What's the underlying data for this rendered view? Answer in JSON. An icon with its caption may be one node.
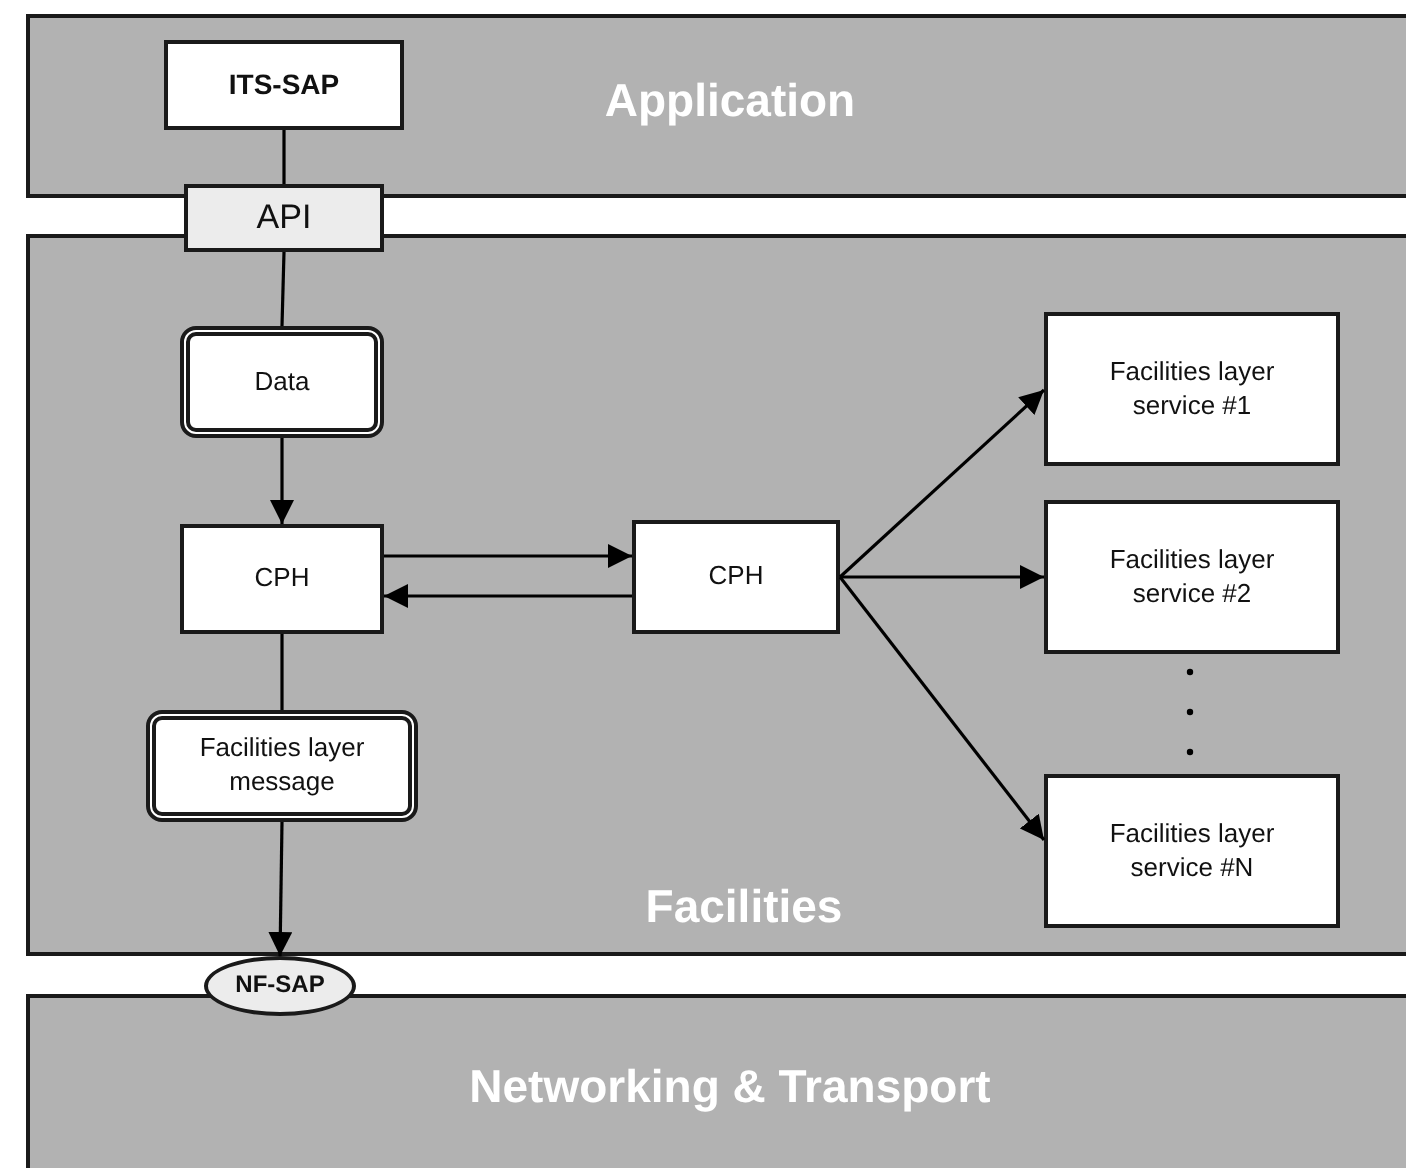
{
  "diagram": {
    "nodes": [
      {
        "text": [
          "Application"
        ]
      },
      {
        "text": [
          "ITS-SAP"
        ],
        "in": 0
      },
      {
        "text": [
          "API"
        ]
      },
      {
        "text": [
          "Facilities"
        ]
      },
      {
        "text": [
          "Data"
        ],
        "in": 3
      },
      {
        "text": [
          "CPH"
        ],
        "in": 3
      },
      {
        "text": [
          "CPH"
        ],
        "in": 3
      },
      {
        "text": [
          "Facilities layer service #1"
        ],
        "in": 3
      },
      {
        "text": [
          "Facilities layer service #2"
        ],
        "in": 3
      },
      {
        "text": [
          "Facilities layer service #N"
        ],
        "in": 3
      },
      {
        "text": [
          "Facilities layer message"
        ],
        "in": 3
      },
      {
        "text": [
          "NF-SAP"
        ]
      },
      {
        "text": [
          "Networking & Transport"
        ]
      }
    ],
    "edges": [
      {
        "from": 1,
        "to": 2,
        "arrow": "none"
      },
      {
        "from": 2,
        "to": 4,
        "arrow": "none"
      },
      {
        "from": 4,
        "to": 5,
        "arrow": "to"
      },
      {
        "from": 5,
        "to": 6,
        "arrow": "to"
      },
      {
        "from": 6,
        "to": 5,
        "arrow": "to"
      },
      {
        "from": 6,
        "to": 7,
        "arrow": "to"
      },
      {
        "from": 6,
        "to": 8,
        "arrow": "to"
      },
      {
        "from": 6,
        "to": 9,
        "arrow": "to"
      },
      {
        "from": 5,
        "to": 10,
        "arrow": "none"
      },
      {
        "from": 10,
        "to": 11,
        "arrow": "to"
      }
    ]
  }
}
